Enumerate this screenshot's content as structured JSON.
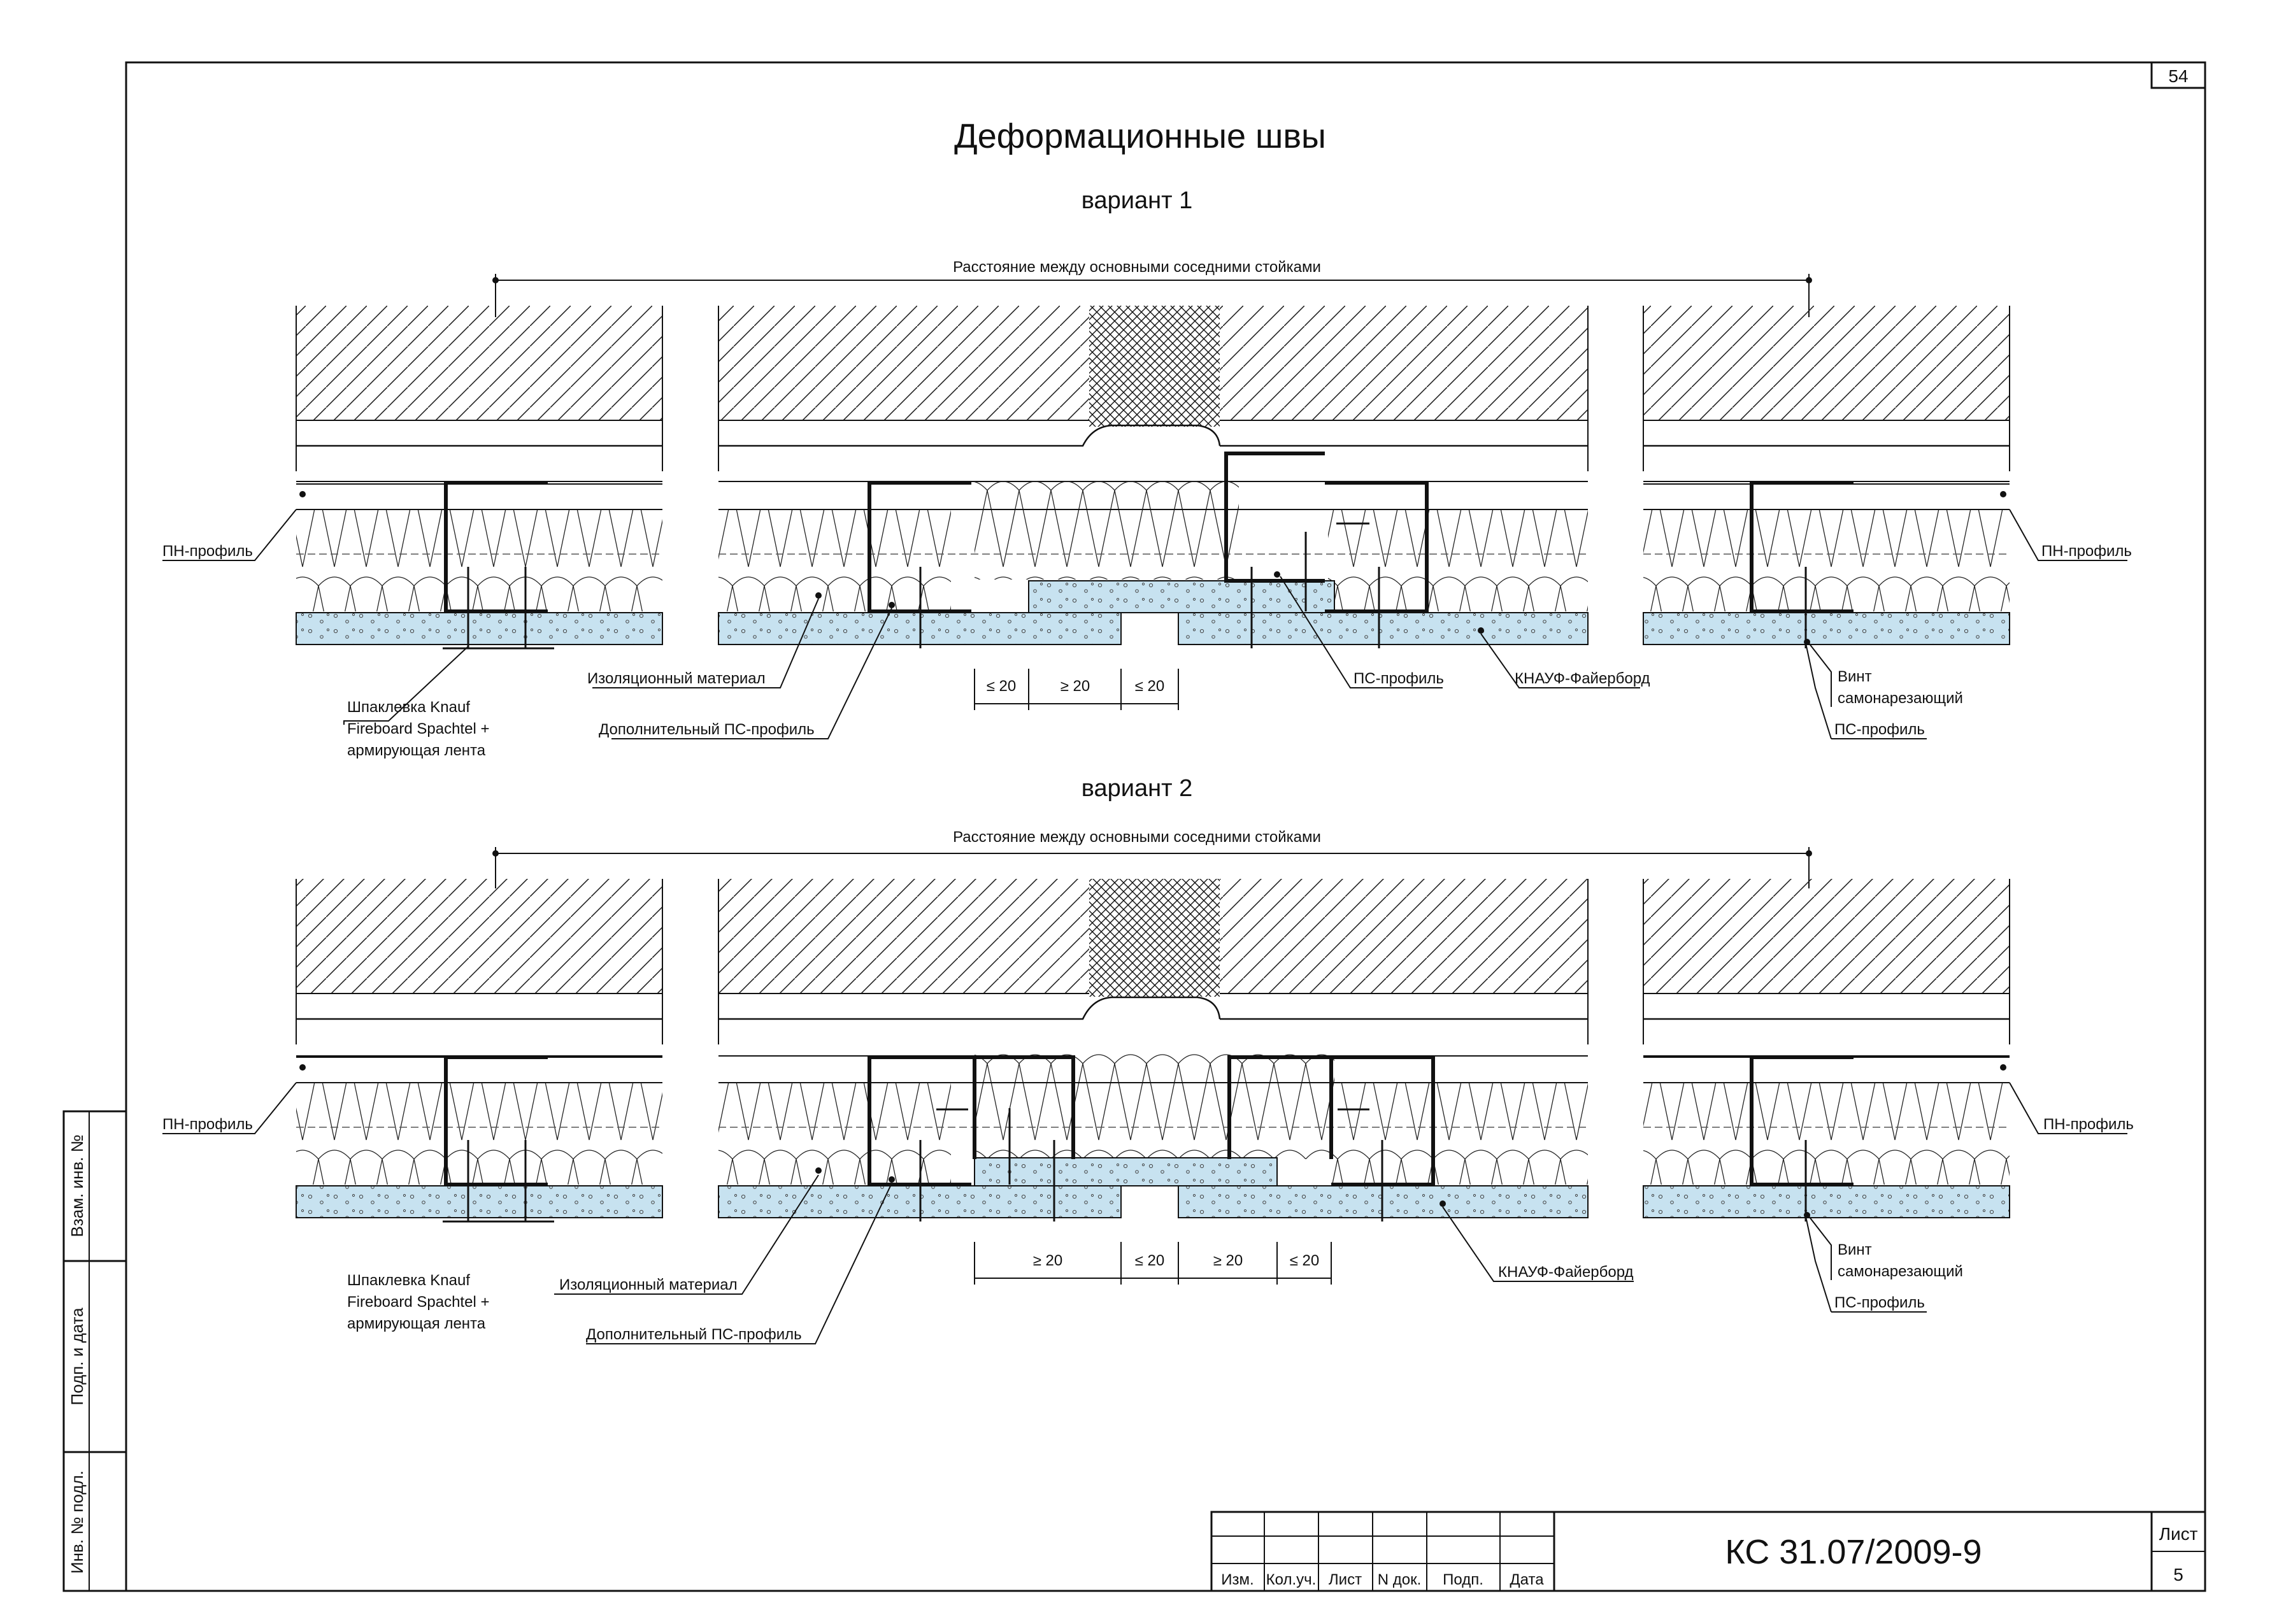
{
  "sheet": {
    "page_number": "54",
    "title": "Деформационные швы"
  },
  "variants": [
    {
      "heading": "вариант 1",
      "dimension_label": "Расстояние между основными соседними стойками",
      "labels": {
        "pn_left": "ПН-профиль",
        "pn_right": "ПН-профиль",
        "putty_1": "Шпаклевка Knauf",
        "putty_2": "Fireboard Spachtel +",
        "putty_3": "армирующая лента",
        "insulation": "Изоляционный материал",
        "extra_ps": "Дополнительный ПС-профиль",
        "ps_center": "ПС-профиль",
        "board": "КНАУФ-Файерборд",
        "screw_1": "Винт",
        "screw_2": "самонарезающий",
        "ps_right": "ПС-профиль"
      },
      "dims": [
        "≤ 20",
        "≥ 20",
        "≤ 20"
      ]
    },
    {
      "heading": "вариант 2",
      "dimension_label": "Расстояние между основными соседними стойками",
      "labels": {
        "pn_left": "ПН-профиль",
        "pn_right": "ПН-профиль",
        "putty_1": "Шпаклевка Knauf",
        "putty_2": "Fireboard Spachtel +",
        "putty_3": "армирующая лента",
        "insulation": "Изоляционный материал",
        "extra_ps": "Дополнительный ПС-профиль",
        "board": "КНАУФ-Файерборд",
        "screw_1": "Винт",
        "screw_2": "самонарезающий",
        "ps_right": "ПС-профиль"
      },
      "dims": [
        "≥ 20",
        "≤ 20",
        "≥ 20",
        "≤ 20"
      ]
    }
  ],
  "side_stamp": [
    "Взам. инв. №",
    "Подп. и дата",
    "Инв. № подл."
  ],
  "title_block": {
    "headers": [
      "Изм.",
      "Кол.уч.",
      "Лист",
      "N док.",
      "Подп.",
      "Дата"
    ],
    "code": "КС 31.07/2009-9",
    "sheet_label": "Лист",
    "sheet_number": "5"
  },
  "colors": {
    "board_fill": "#c7e2f0",
    "line": "#111111"
  }
}
